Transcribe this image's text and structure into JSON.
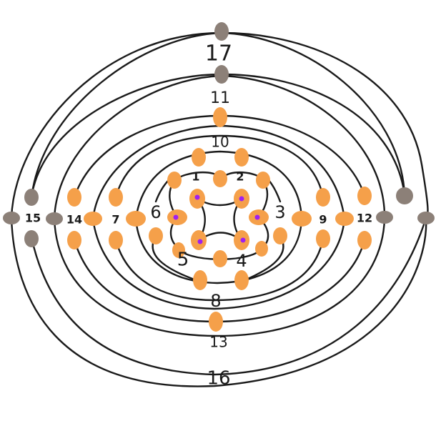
{
  "diagram": {
    "colors": {
      "stroke": "#1a1a1a",
      "orange": "#f5a04a",
      "gray": "#8c8078",
      "purple": "#a020f0",
      "background": "#ffffff"
    },
    "labels": {
      "l1": "1",
      "l2": "2",
      "l3": "3",
      "l4": "4",
      "l5": "5",
      "l6": "6",
      "l7": "7",
      "l8": "8",
      "l9": "9",
      "l10": "10",
      "l11": "11",
      "l12": "12",
      "l13": "13",
      "l14": "14",
      "l15": "15",
      "l16": "16",
      "l17": "17"
    }
  }
}
